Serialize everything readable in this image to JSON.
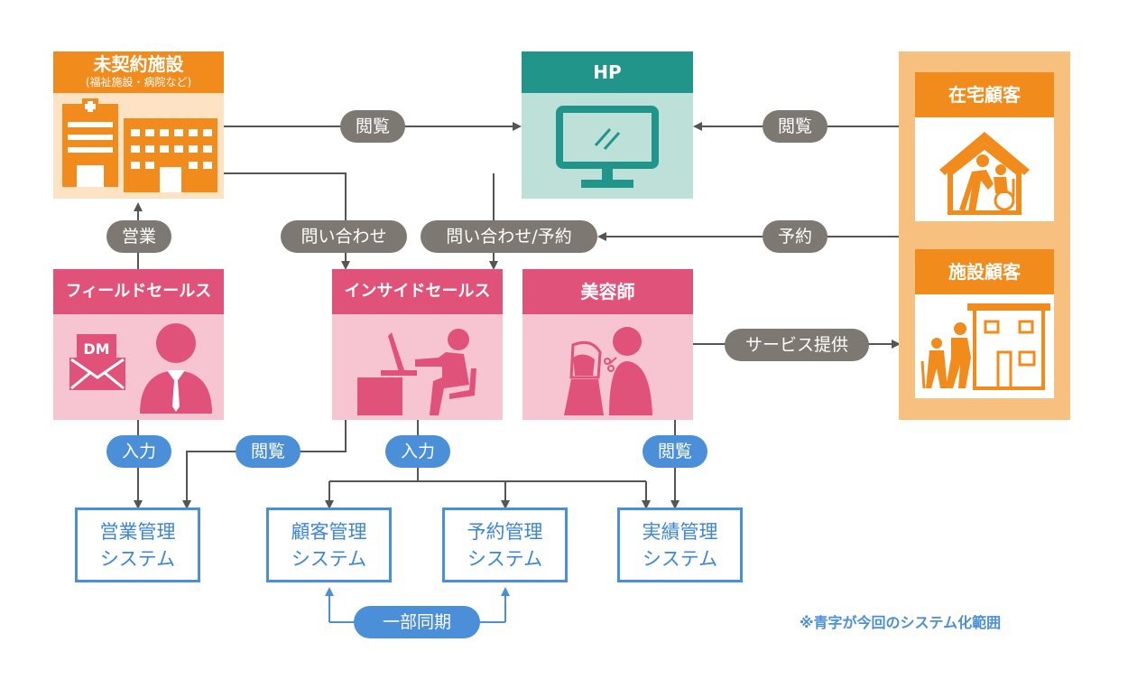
{
  "facility": {
    "title": "未契約施設",
    "subtitle": "(福祉施設・病院など)"
  },
  "hp": {
    "title": "HP"
  },
  "home_customer": {
    "title": "在宅顧客"
  },
  "facility_customer": {
    "title": "施設顧客"
  },
  "field_sales": {
    "title": "フィールドセールス"
  },
  "inside_sales": {
    "title": "インサイドセールス"
  },
  "beautician": {
    "title": "美容師"
  },
  "labels": {
    "view_facility_hp": "閲覧",
    "view_home_hp": "閲覧",
    "sales": "営業",
    "inquiry": "問い合わせ",
    "inquiry_reservation": "問い合わせ/予約",
    "reservation": "予約",
    "service": "サービス提供",
    "input_field": "入力",
    "view_inside": "閲覧",
    "input_inside": "入力",
    "view_beautician": "閲覧",
    "partial_sync": "一部同期"
  },
  "systems": {
    "sales": {
      "line1": "営業管理",
      "line2": "システム"
    },
    "customer": {
      "line1": "顧客管理",
      "line2": "システム"
    },
    "reservation": {
      "line1": "予約管理",
      "line2": "システム"
    },
    "results": {
      "line1": "実績管理",
      "line2": "システム"
    }
  },
  "note": "※青字が今回のシステム化範囲",
  "colors": {
    "orange": "#f08b1c",
    "orange_light": "#fde3c3",
    "teal": "#22958a",
    "teal_light": "#bde0d9",
    "pink": "#e0527a",
    "pink_light": "#f6c5d1",
    "grey": "#7d7872",
    "blue": "#4a8fd8"
  },
  "icons": [
    "hospital-icon",
    "monitor-icon",
    "caregiver-home-icon",
    "caregiver-facility-icon",
    "dm-mail-icon",
    "salesperson-icon",
    "desk-worker-icon",
    "hairdresser-icon"
  ]
}
